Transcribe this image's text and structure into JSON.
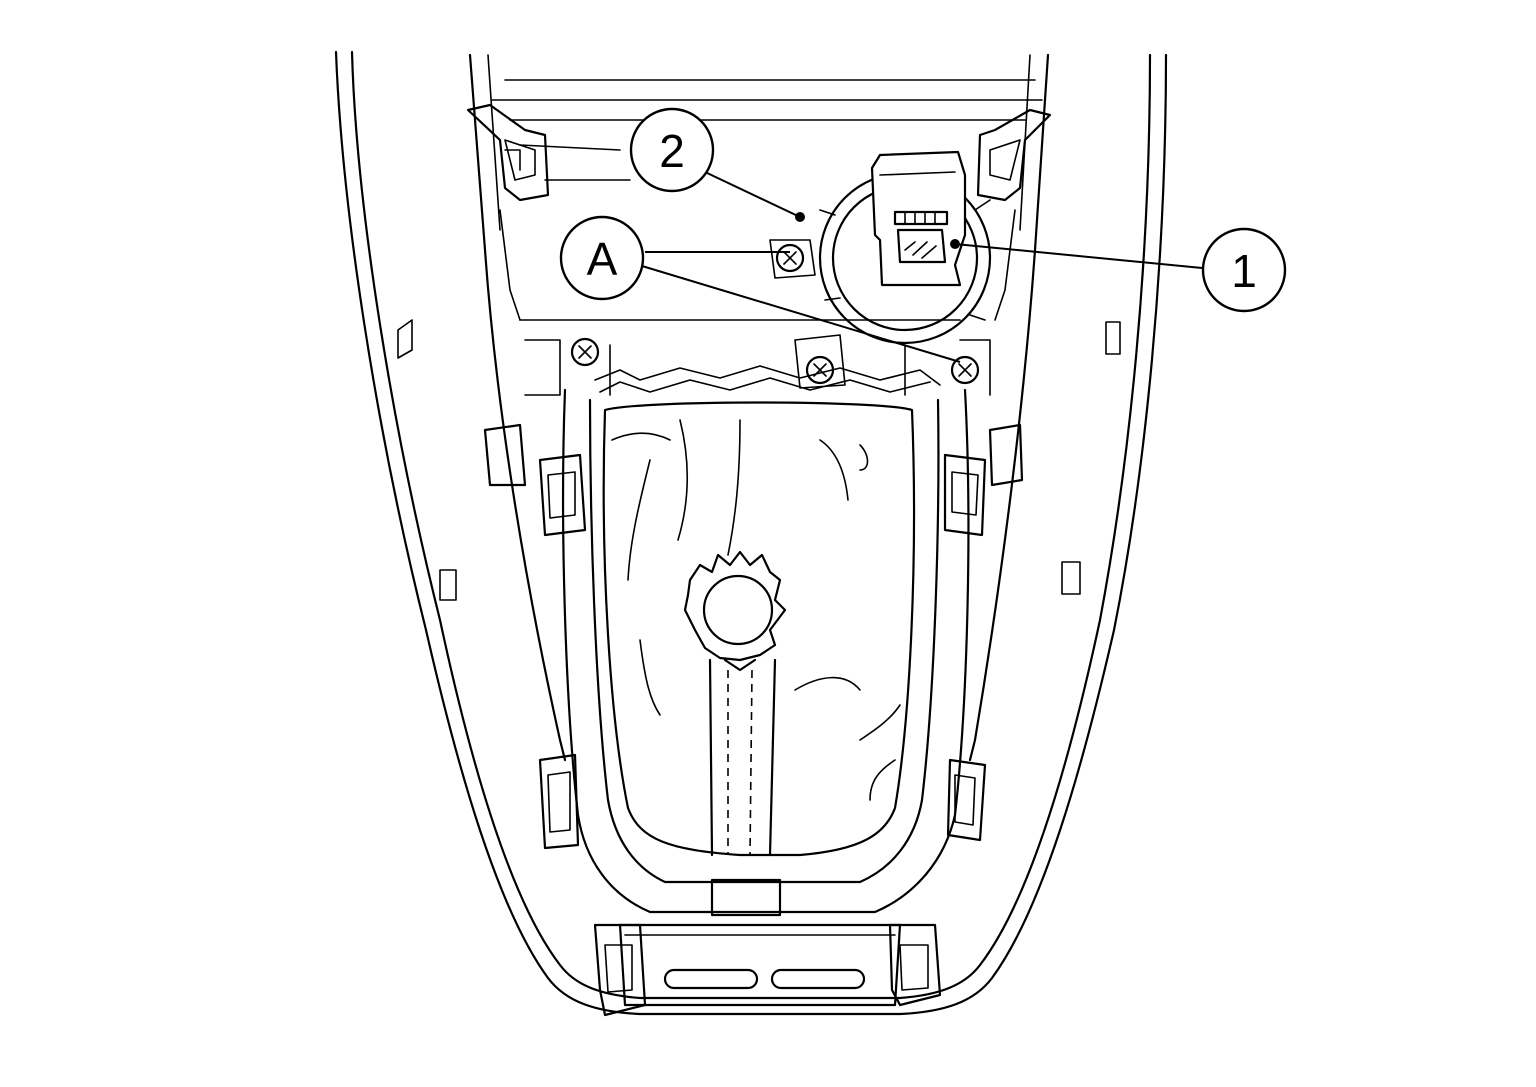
{
  "callouts": [
    {
      "id": "callout-1",
      "label": "1"
    },
    {
      "id": "callout-2",
      "label": "2"
    },
    {
      "id": "callout-a",
      "label": "A"
    }
  ]
}
